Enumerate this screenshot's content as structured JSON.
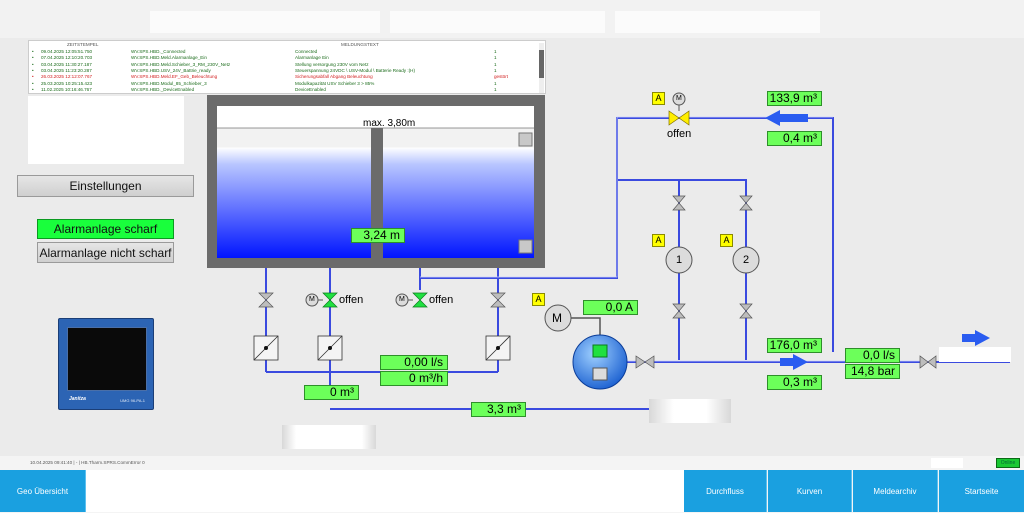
{
  "log": {
    "header_time": "ZEITSTEMPEL",
    "header_text": "MELDUNGSTEXT",
    "rows": [
      {
        "time": "09.04.2025 12:05:51.750",
        "source": "WV.SPS.HBD._Connected",
        "text": "Connected",
        "value": "1",
        "color": "#1a6b1a"
      },
      {
        "time": "07.04.2025 12:10:20.703",
        "source": "WV.SPS.HBD.Meld.Alarmanlage_Ein",
        "text": "Alarmanlage Ein",
        "value": "1",
        "color": "#1a6b1a"
      },
      {
        "time": "03.04.2025 11:30:27.187",
        "source": "WV.SPS.HBD.Meld.Schieber_3_RM_230V_Netz",
        "text": "Stellung versorgung 230V vom Netz",
        "value": "1",
        "color": "#1a6b1a"
      },
      {
        "time": "03.04.2025 11:23:20.287",
        "source": "WV.SPS.HBD.USV_24V_Battrie_ready",
        "text": "Steuerspannung 24VDC \\ USV-Modul \\ Batterie Ready :(H)",
        "value": "1",
        "color": "#1a6b1a"
      },
      {
        "time": "26.03.2025 12:12:07.767",
        "source": "WV.SPS.HBD.Meld.EF_Geb_Beleuchtung",
        "text": "Sicherungsabfall Abgang Beleuchtung",
        "value": "gestört",
        "color": "#d22020"
      },
      {
        "time": "25.03.2025 10:25:15.423",
        "source": "WV.SPS.HBD.Modul_85_Schieber_3",
        "text": "Modulkapazität USV Schieber 3 > 85%",
        "value": "1",
        "color": "#1a6b1a"
      },
      {
        "time": "11.02.2025 10:16:46.767",
        "source": "WV.SPS.HBD._DeviceEnabled",
        "text": "DeviceEnabled",
        "value": "1",
        "color": "#1a6b1a"
      }
    ]
  },
  "buttons": {
    "settings": "Einstellungen",
    "alarm_armed": "Alarmanlage scharf",
    "alarm_disarmed": "Alarmanlage nicht scharf"
  },
  "tank": {
    "max_label": "max. 3,80m",
    "level": "3,24 m",
    "fill_fraction": 0.85
  },
  "valves": {
    "v_left_state": "offen",
    "v_mid_state": "offen",
    "v_top_state": "offen",
    "motor_label": "M"
  },
  "values": {
    "top_total": "133,9 m³",
    "top_flow": "0,4 m³",
    "pump_current": "0,0 A",
    "flow_ls_mid": "0,00 l/s",
    "flow_m3h_mid": "0 m³/h",
    "left_total": "0 m³",
    "bottom_total": "3,3 m³",
    "pump_total": "176,0 m³",
    "pump_flow": "0,3 m³",
    "out_flow": "0,0 l/s",
    "out_pressure": "14,8 bar"
  },
  "alarm_badge": "A",
  "pumps": {
    "p1": "1",
    "p2": "2"
  },
  "janitza": {
    "brand": "Janitza",
    "model": "UMG 96-PA-1"
  },
  "status": {
    "text": "10.04.2025 09:41:40 | - | HB.Tharm.SPRS.CommError 0",
    "online": "Online"
  },
  "nav": {
    "overview": "Geo Übersicht",
    "flow": "Durchfluss",
    "curves": "Kurven",
    "archive": "Meldearchiv",
    "home": "Startseite"
  },
  "colors": {
    "water": "#1e3cff",
    "pipe": "#3a4adf",
    "value_bg": "#6cff5a",
    "nav_bg": "#1aa0e0",
    "alarm_badge": "#ffff00"
  }
}
